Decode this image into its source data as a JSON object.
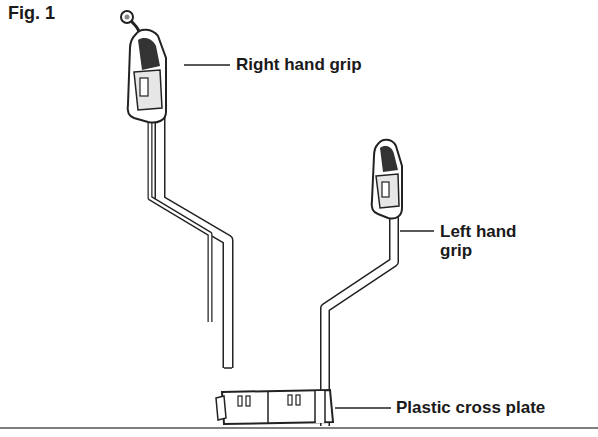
{
  "diagram": {
    "labels": [
      "Fig. 1",
      "Right hand grip",
      "Left hand grip",
      "Plastic cross plate"
    ]
  }
}
